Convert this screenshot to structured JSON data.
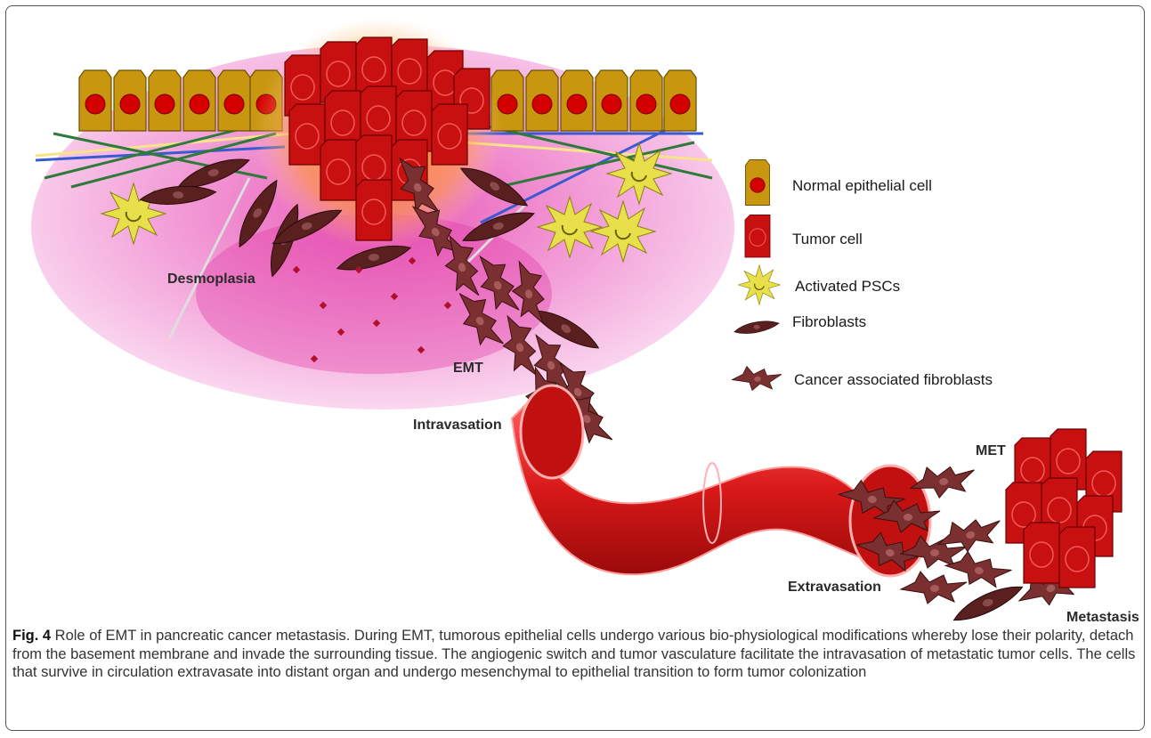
{
  "labels": {
    "desmoplasia": "Desmoplasia",
    "emt": "EMT",
    "intravasation": "Intravasation",
    "met": "MET",
    "extravasation": "Extravasation",
    "metastasis": "Metastasis"
  },
  "legend": [
    {
      "icon": "normal-epithelial-cell-icon",
      "label": "Normal epithelial cell"
    },
    {
      "icon": "tumor-cell-icon",
      "label": "Tumor cell"
    },
    {
      "icon": "activated-psc-icon",
      "label": "Activated PSCs"
    },
    {
      "icon": "fibroblast-icon",
      "label": "Fibroblasts"
    },
    {
      "icon": "cancer-associated-fibroblast-icon",
      "label": "Cancer associated fibroblasts"
    }
  ],
  "caption": {
    "fig_label": "Fig. 4",
    "text": " Role of EMT in pancreatic cancer metastasis. During EMT, tumorous epithelial cells undergo various bio-physiological modifications whereby lose their polarity, detach from the basement membrane and invade the surrounding tissue. The angiogenic switch and tumor vasculature facilitate the intravasation of metastatic tumor cells. The cells that survive in circulation extravasate into distant organ and undergo mesenchymal to epithelial transition to form tumor colonization"
  },
  "colors": {
    "epithelial": "#c8960f",
    "nucleus": "#d40000",
    "tumor": "#c81010",
    "psc": "#e8e04a",
    "fibroblast": "#5a2020",
    "caf": "#7a3030",
    "vessel": "#d81818",
    "tissue": "#ee7fc8"
  }
}
